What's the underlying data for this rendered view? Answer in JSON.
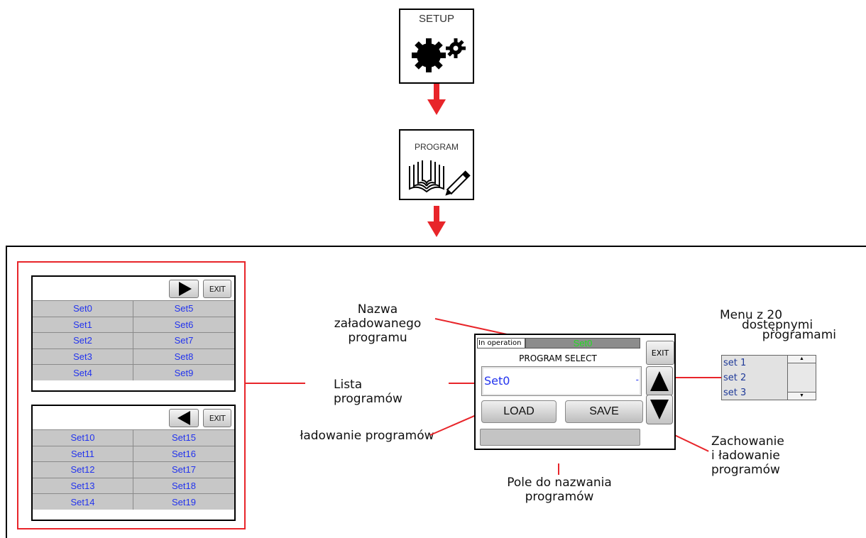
{
  "icons": {
    "setup": {
      "label": "SETUP",
      "icon": "gears-icon"
    },
    "program": {
      "label": "PROGRAM",
      "icon": "book-pen-icon"
    }
  },
  "panel_top": {
    "nav_icon": "arrow-right-icon",
    "exit_label": "EXIT",
    "col1": [
      "Set0",
      "Set1",
      "Set2",
      "Set3",
      "Set4"
    ],
    "col2": [
      "Set5",
      "Set6",
      "Set7",
      "Set8",
      "Set9"
    ]
  },
  "panel_bottom": {
    "nav_icon": "arrow-left-icon",
    "exit_label": "EXIT",
    "col1": [
      "Set10",
      "Set11",
      "Set12",
      "Set13",
      "Set14"
    ],
    "col2": [
      "Set15",
      "Set16",
      "Set17",
      "Set18",
      "Set19"
    ]
  },
  "screen": {
    "status_label": "In operation",
    "current_program": "Set0",
    "title": "PROGRAM SELECT",
    "exit_label": "EXIT",
    "selected_program": "Set0",
    "list_marker": "-",
    "load_label": "LOAD",
    "save_label": "SAVE",
    "name_field_value": ""
  },
  "side_menu": {
    "items": [
      "set 1",
      "set 2",
      "set 3"
    ]
  },
  "annotations": {
    "loaded_name": [
      "Nazwa",
      "załadowanego",
      "programu"
    ],
    "program_list": [
      "Lista",
      "programów"
    ],
    "loading": "ładowanie programów",
    "name_field": [
      "Pole do nazwania",
      "programów"
    ],
    "save_load": [
      "Zachowanie",
      "i ładowanie",
      "programów"
    ],
    "menu": [
      "Menu z 20",
      "dostępnymi",
      "programami"
    ]
  },
  "colors": {
    "accent_red": "#e8252a",
    "list_text": "#2233ee",
    "status_green": "#22dd22"
  }
}
